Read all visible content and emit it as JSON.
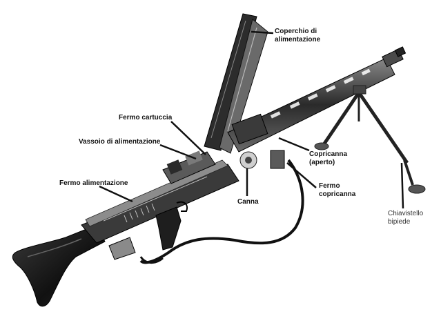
{
  "labels": {
    "coperchio": {
      "line1": "Coperchio di",
      "line2": "alimentazione"
    },
    "fermo_cartuccia": "Fermo cartuccia",
    "vassoio": "Vassoio di alimentazione",
    "copricanna": {
      "line1": "Copricanna",
      "line2": "(aperto)"
    },
    "fermo_alimentazione": "Fermo alimentazione",
    "fermo_copricanna": {
      "line1": "Fermo",
      "line2": "copricanna"
    },
    "canna": "Canna",
    "chiavistello": {
      "line1": "Chiavistello",
      "line2": "bipiede"
    }
  },
  "colors": {
    "metal_dark": "#1a1a1a",
    "metal_mid": "#555555",
    "metal_light": "#9a9a9a",
    "leader": "#111111",
    "background": "#ffffff"
  }
}
